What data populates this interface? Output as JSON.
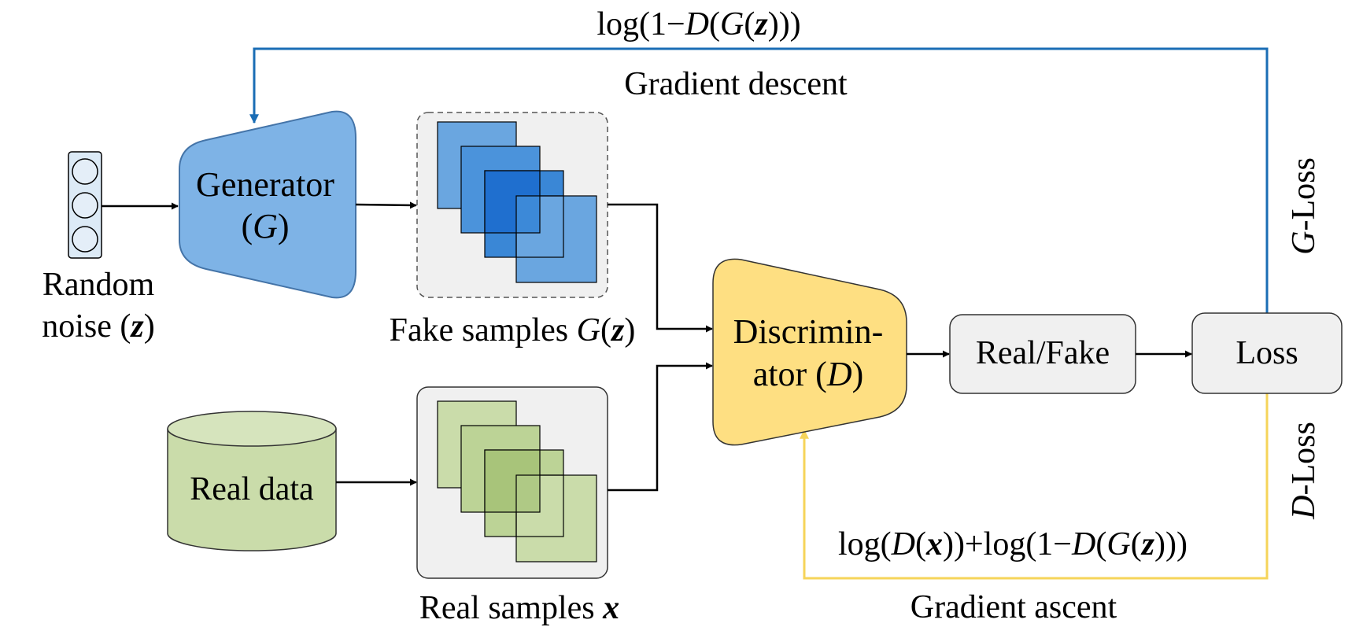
{
  "g_loss_formula": {
    "a": "log(1−",
    "b": "D",
    "c": "(",
    "d": "G",
    "e": "(",
    "f": "z",
    "g": ")))"
  },
  "gradient_descent": "Gradient descent",
  "gradient_ascent": "Gradient ascent",
  "g_loss_label": {
    "a": "G",
    "b": "-Loss"
  },
  "d_loss_label": {
    "a": "D",
    "b": "-Loss"
  },
  "d_loss_formula": {
    "a": "log(",
    "b": "D",
    "c": "(",
    "d": "x",
    "e": "))+log(1−",
    "f": "D",
    "g": "(",
    "h": "G",
    "i": "(",
    "j": "z",
    "k": ")))"
  },
  "noise_label": {
    "line1": "Random",
    "line2a": "noise (",
    "line2b": "z",
    "line2c": ")"
  },
  "generator": {
    "line1": "Generator",
    "line2a": "(",
    "line2b": "G",
    "line2c": ")"
  },
  "fake_samples": {
    "a": "Fake samples ",
    "b": "G",
    "c": "(",
    "d": "z",
    "e": ")"
  },
  "real_data": "Real data",
  "real_samples": {
    "a": "Real samples ",
    "b": "x"
  },
  "discriminator": {
    "line1": "Discrimin-",
    "line2a": "ator (",
    "line2b": "D",
    "line2c": ")"
  },
  "real_fake": "Real/Fake",
  "loss": "Loss",
  "colors": {
    "generator_fill": "#7EB3E6",
    "generator_stroke": "#4474A8",
    "fake_fill": "#6AA6E0",
    "fake_dark": "#1F6FCF",
    "real_fill": "#CADCAA",
    "real_dark": "#A8C47A",
    "discriminator_fill": "#FEDF82",
    "box_fill": "#F0F0F0",
    "g_loss_line": "#1A6DB5",
    "d_loss_line": "#F6D45A"
  }
}
